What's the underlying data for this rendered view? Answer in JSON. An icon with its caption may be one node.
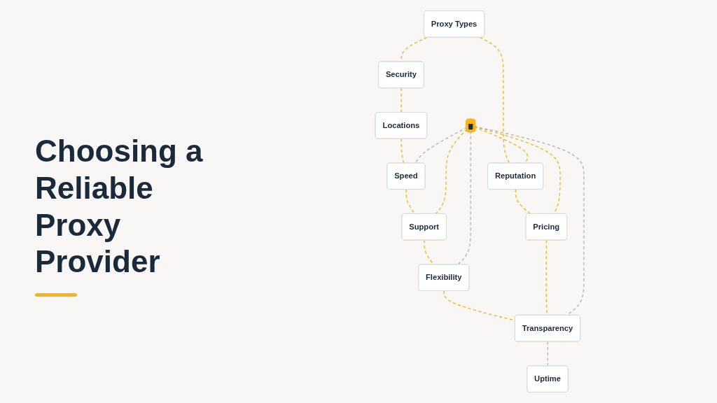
{
  "diagram": {
    "title": "Choosing a Reliable Proxy Provider",
    "nodes": [
      {
        "text": [],
        "shape": "cylinder"
      },
      {
        "text": [
          "Security"
        ]
      },
      {
        "text": [
          "Locations"
        ]
      },
      {
        "text": [
          "Speed"
        ]
      },
      {
        "text": [
          "Support"
        ]
      },
      {
        "text": [
          "Flexibility"
        ]
      },
      {
        "text": [
          "Transparency"
        ]
      },
      {
        "text": [
          "Uptime"
        ]
      },
      {
        "text": [
          "Pricing"
        ]
      },
      {
        "text": [
          "Reputation"
        ]
      },
      {
        "text": [
          "Proxy Types"
        ]
      }
    ],
    "edges": [
      {
        "from": 10,
        "to": 1,
        "arrow": "none",
        "style": "dashed"
      },
      {
        "from": 1,
        "to": 2,
        "arrow": "none",
        "style": "dashed"
      },
      {
        "from": 2,
        "to": 3,
        "arrow": "none",
        "style": "dashed"
      },
      {
        "from": 3,
        "to": 4,
        "arrow": "none",
        "style": "dashed"
      },
      {
        "from": 4,
        "to": 5,
        "arrow": "none",
        "style": "dashed"
      },
      {
        "from": 5,
        "to": 6,
        "arrow": "none",
        "style": "dashed"
      },
      {
        "from": 6,
        "to": 7,
        "arrow": "none",
        "style": "dashed",
        "color": "#b5b5b5"
      },
      {
        "from": 8,
        "to": 6,
        "arrow": "none",
        "style": "dashed"
      },
      {
        "from": 9,
        "to": 8,
        "arrow": "none",
        "style": "dashed"
      },
      {
        "from": 10,
        "to": 9,
        "arrow": "none",
        "style": "dashed"
      },
      {
        "from": 0,
        "to": 9,
        "arrow": "none",
        "style": "dashed"
      },
      {
        "from": 0,
        "to": 8,
        "arrow": "none",
        "style": "dashed"
      },
      {
        "from": 0,
        "to": 6,
        "arrow": "none",
        "style": "dashed",
        "color": "#b5b5b5"
      },
      {
        "from": 0,
        "to": 5,
        "arrow": "none",
        "style": "dashed",
        "color": "#b5b5b5"
      },
      {
        "from": 0,
        "to": 4,
        "arrow": "none",
        "style": "dashed"
      },
      {
        "from": 0,
        "to": 3,
        "arrow": "none",
        "style": "dashed",
        "color": "#b5b5b5"
      }
    ]
  }
}
